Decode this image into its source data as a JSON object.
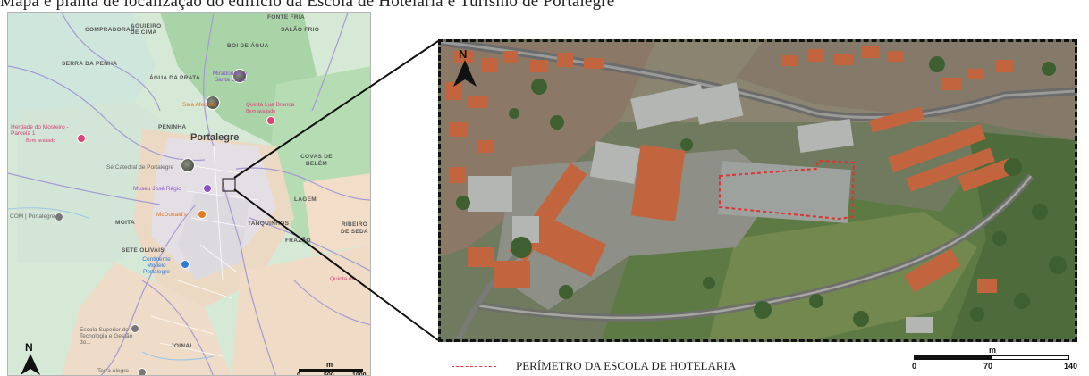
{
  "caption_fragment": "Mapa e planta de localização do edifício da Escola de Hotelaria e Turismo de Portalegre",
  "left_map": {
    "place_labels": [
      {
        "text": "FONTE FRIA"
      },
      {
        "text": "COMPRADORAS"
      },
      {
        "text": "AGUIEIRO DE CIMA"
      },
      {
        "text": "SALÃO FRIO"
      },
      {
        "text": "BOI DE ÁGUA"
      },
      {
        "text": "SERRA DA PENHA"
      },
      {
        "text": "ÁGUA DA PRATA"
      },
      {
        "text": "PENINHA"
      },
      {
        "text": "COVAS DE BELÉM"
      },
      {
        "text": "LAGEM"
      },
      {
        "text": "MOITA"
      },
      {
        "text": "TANQUINHOS"
      },
      {
        "text": "FRAZÃO"
      },
      {
        "text": "SETE OLIVAIS"
      },
      {
        "text": "RIBEIRO DE SEDA"
      },
      {
        "text": "JOINAL"
      }
    ],
    "city": "Portalegre",
    "pois": [
      {
        "text": "Miradouro de Santa Luzia",
        "color": "purple"
      },
      {
        "text": "Sala Afec.etc",
        "color": "orange"
      },
      {
        "text": "Quinta Lua Branca",
        "color": "pink"
      },
      {
        "text": "Bem avaliado",
        "color": "pink"
      },
      {
        "text": "Herdade do Mosteiro - Parcela 1",
        "color": "pink"
      },
      {
        "text": "Bem avaliado",
        "color": "pink"
      },
      {
        "text": "Sé Catedral de Portalegre",
        "color": "gray"
      },
      {
        "text": "Museu José Régio",
        "color": "purple"
      },
      {
        "text": "McDonald's",
        "color": "orange"
      },
      {
        "text": "COM | Portalegre",
        "color": "gray"
      },
      {
        "text": "Continente Modelo Portalegre",
        "color": "blue"
      },
      {
        "text": "Quinta do",
        "color": "pink"
      },
      {
        "text": "Escola Superior de Tecnologia e Gestão do...",
        "color": "gray"
      },
      {
        "text": "Terra Alegre",
        "color": "gray"
      }
    ],
    "north_label": "N",
    "scale": {
      "unit": "m",
      "ticks": [
        "0",
        "500",
        "1000"
      ]
    }
  },
  "right_photo": {
    "north_label": "N",
    "legend_text": "PERÍMETRO DA ESCOLA DE HOTELARIA",
    "scale": {
      "unit": "m",
      "ticks": [
        "0",
        "70",
        "140"
      ]
    }
  },
  "colors": {
    "map_green": "#c9dfcf",
    "urban_tan": "#ecd9c4",
    "perimeter_red": "#dd3333",
    "road_purple": "#a59ad4"
  }
}
